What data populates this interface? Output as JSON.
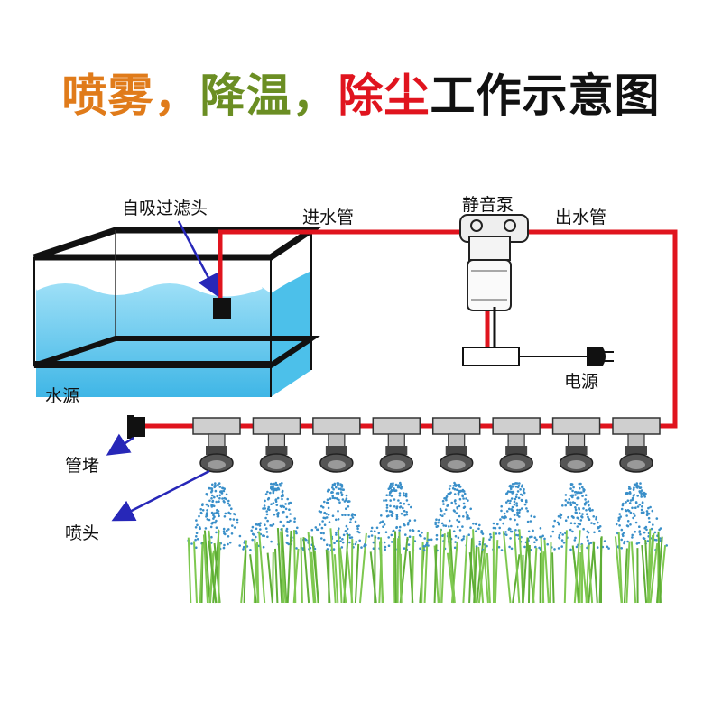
{
  "title": {
    "parts": [
      {
        "text": "喷雾，",
        "color": "#e07b1a"
      },
      {
        "text": "降温，",
        "color": "#6b8e23"
      },
      {
        "text": "除尘",
        "color": "#e0141e"
      },
      {
        "text": "工作示意图",
        "color": "#111111"
      }
    ]
  },
  "labels": {
    "filter_head": "自吸过滤头",
    "inlet_pipe": "进水管",
    "pump": "静音泵",
    "outlet_pipe": "出水管",
    "water_source": "水源",
    "power": "电源",
    "pipe_plug": "管堵",
    "nozzle": "喷头"
  },
  "colors": {
    "pipe": "#e0141e",
    "water": "#7fd1f0",
    "arrow": "#2727b8",
    "grass": "#7ec850",
    "spray": "#3a8fc9"
  },
  "nozzle_count": 8
}
